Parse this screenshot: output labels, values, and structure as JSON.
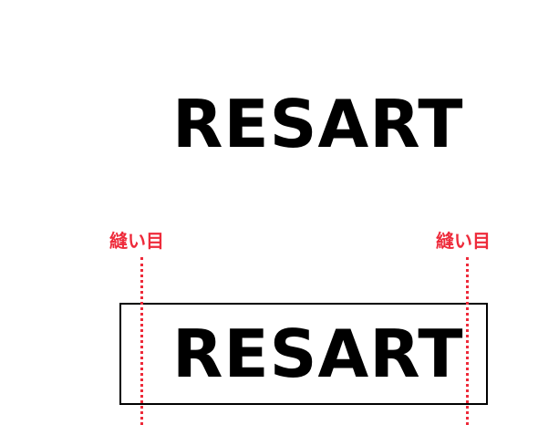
{
  "top_wordmark": "RESART",
  "label_wordmark": "RESART",
  "seam_labels": {
    "left": "縫い目",
    "right": "縫い目"
  },
  "colors": {
    "seam": "#ee2a3a",
    "text": "#000000",
    "border": "#000000"
  }
}
